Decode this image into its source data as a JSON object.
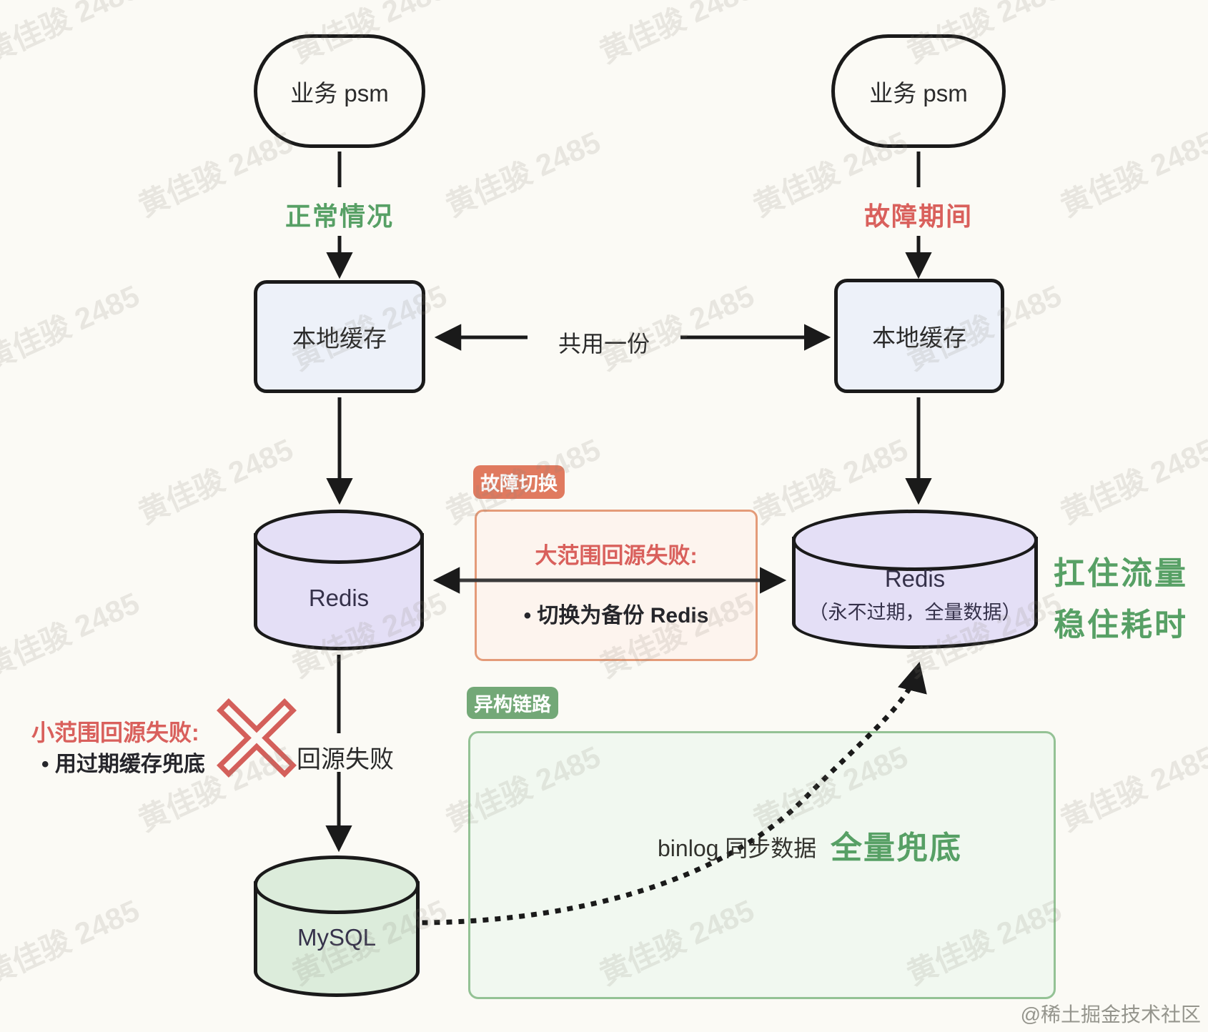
{
  "canvas": {
    "watermark": "黄佳骏 2485",
    "credit": "@稀土掘金技术社区"
  },
  "left_flow": {
    "psm_label": "业务 psm",
    "state_label": "正常情况",
    "cache_label": "本地缓存",
    "redis_label": "Redis",
    "back_fail_label": "回源失败",
    "mysql_label": "MySQL",
    "small_fail_title": "小范围回源失败:",
    "small_fail_bullet": "• 用过期缓存兜底"
  },
  "right_flow": {
    "psm_label": "业务 psm",
    "state_label": "故障期间",
    "cache_label": "本地缓存",
    "redis_label": "Redis",
    "redis_sub_label": "（永不过期，全量数据）",
    "note_line1": "扛住流量",
    "note_line2": "稳住耗时"
  },
  "center": {
    "share_label": "共用一份",
    "failover_badge": "故障切换",
    "failover_title": "大范围回源失败:",
    "failover_bullet": "• 切换为备份 Redis",
    "hetero_badge": "异构链路",
    "binlog_label": "binlog 同步数据",
    "full_backup_label": "全量兜底"
  },
  "colors": {
    "background": "#fbfaf5",
    "ink": "#1a1a1a",
    "green_text": "#57a065",
    "red_text": "#d9605c",
    "failover_badge_bg": "#e07a5f",
    "failover_box_bg": "#fdf4ee",
    "failover_box_border": "#e49b79",
    "hetero_badge_bg": "#73a877",
    "hetero_box_bg": "#f1f8f0",
    "hetero_box_border": "#94c295",
    "cache_fill": "#edf1f9",
    "redis_fill": "#e4dff6",
    "mysql_fill": "#dcecdb",
    "cross_red": "#d45f5a"
  }
}
